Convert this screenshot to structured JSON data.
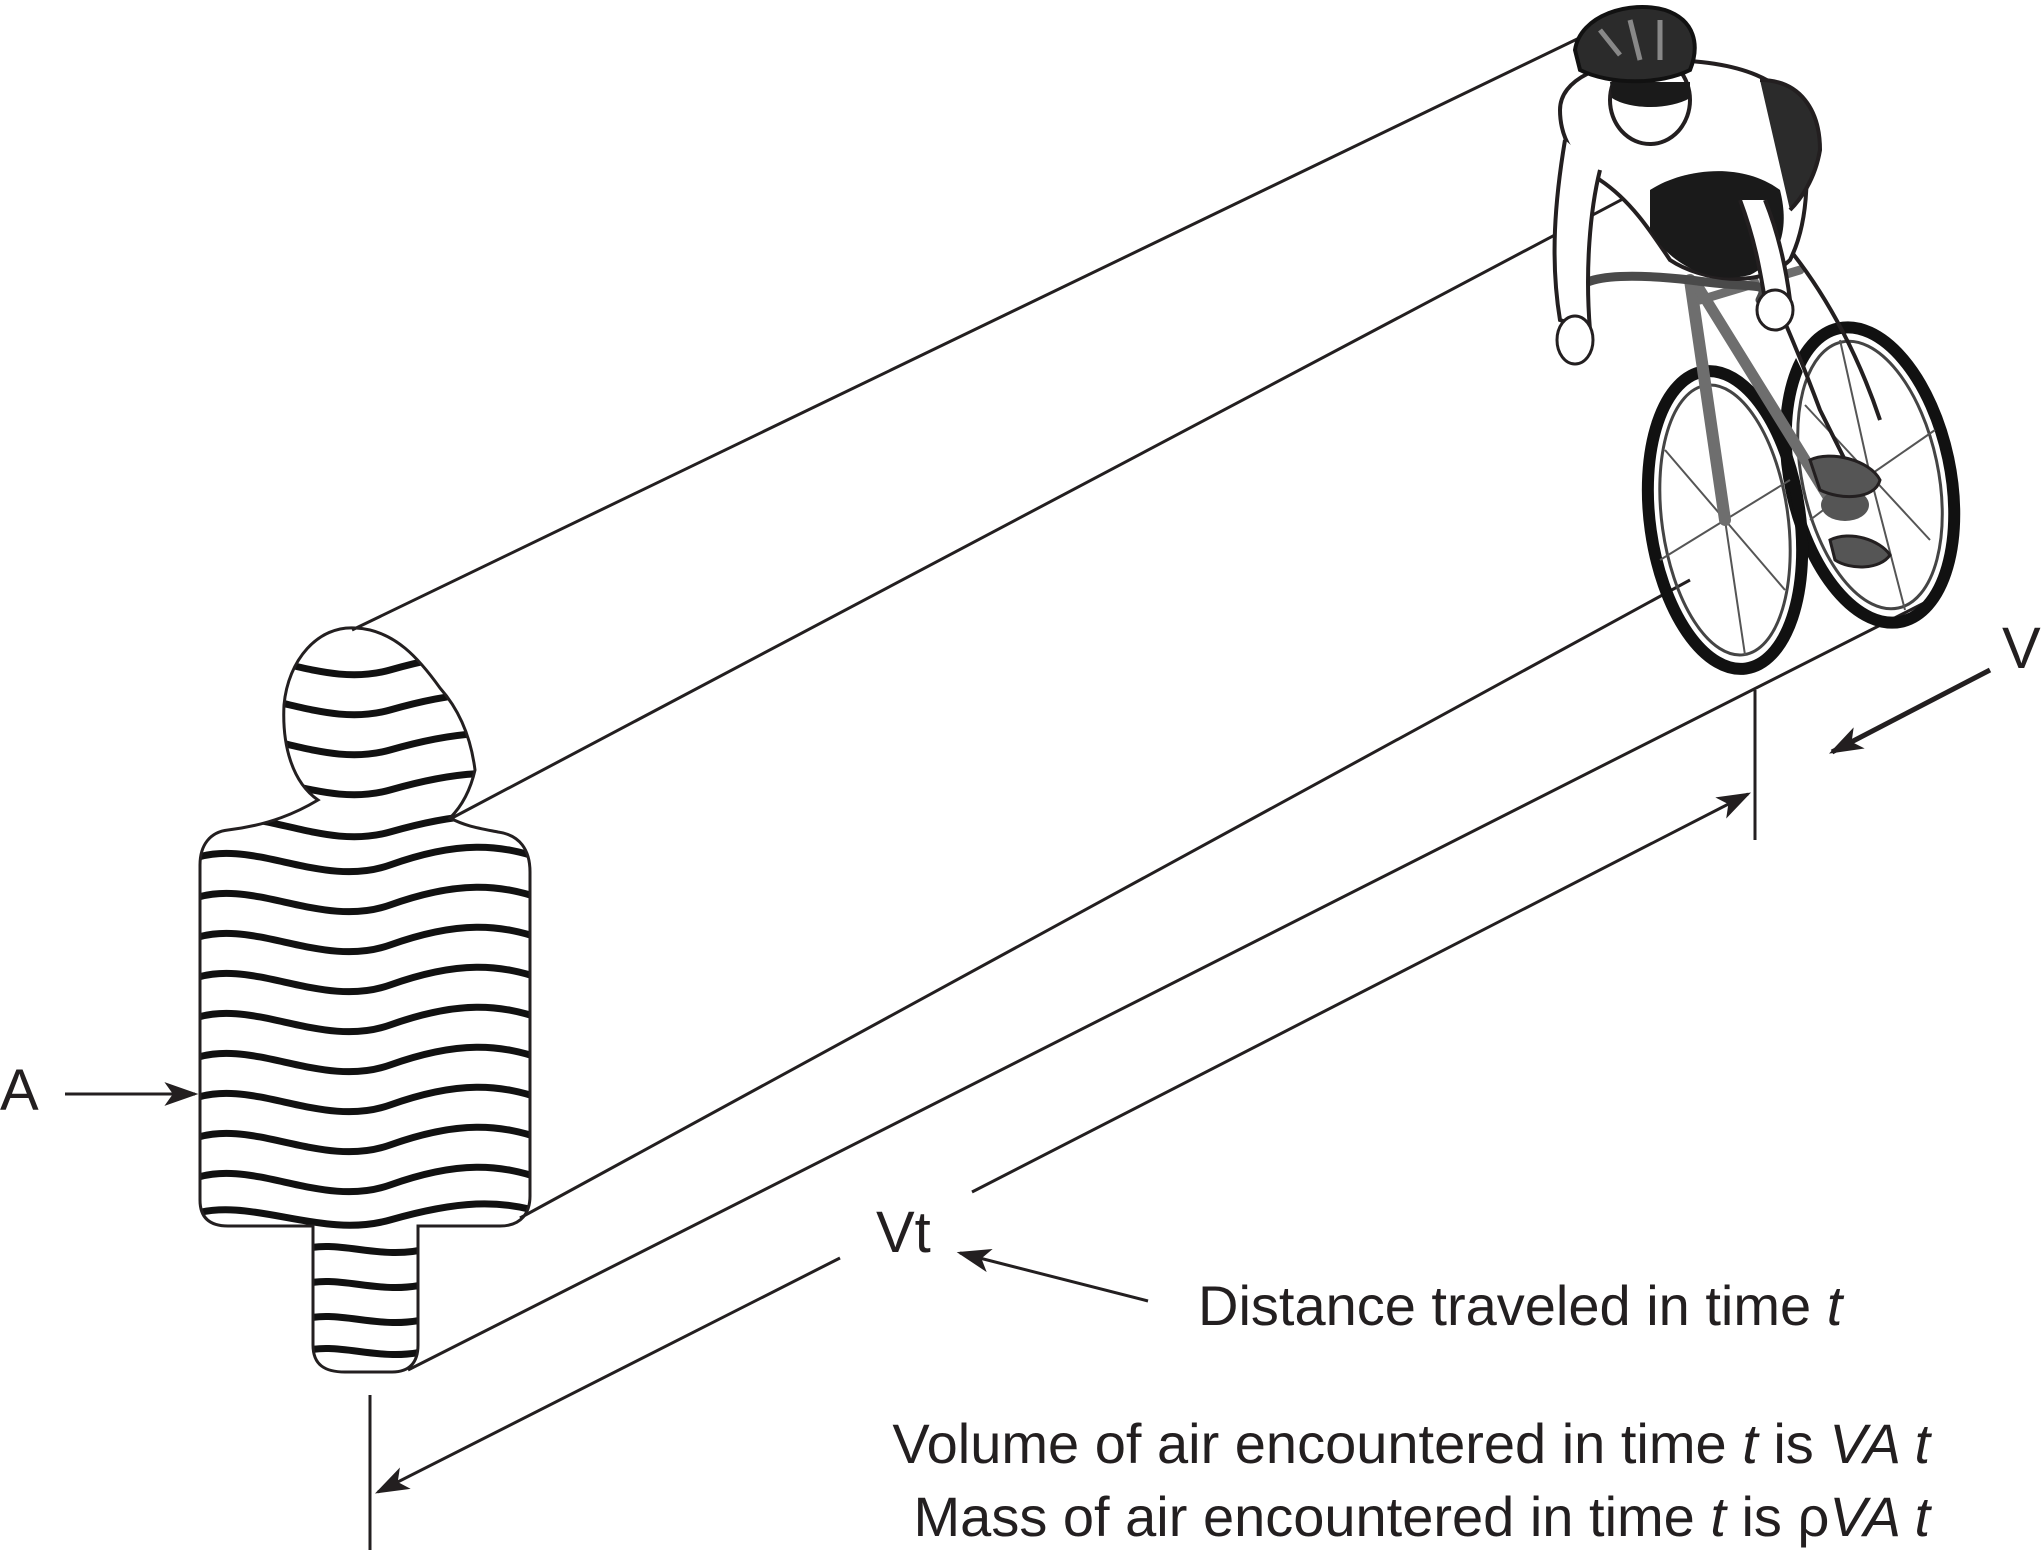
{
  "labels": {
    "area": "A",
    "velocity": "V",
    "distance_symbol": "Vt",
    "distance_caption_text": "Distance traveled in time ",
    "distance_caption_var": "t"
  },
  "notes": {
    "volume": {
      "text": "Volume of air encountered in time ",
      "var": "t",
      "mid": " is ",
      "expr": "VA t"
    },
    "mass": {
      "text": "Mass of air encountered in time ",
      "var": "t",
      "mid": " is ",
      "rho": "ρ",
      "expr": "VA t"
    }
  },
  "colors": {
    "ink": "#231f20",
    "figure_stripes": "#111111",
    "helmet": "#2b2b2b",
    "shorts": "#1a1a1a",
    "frame": "#6e6e6e"
  }
}
